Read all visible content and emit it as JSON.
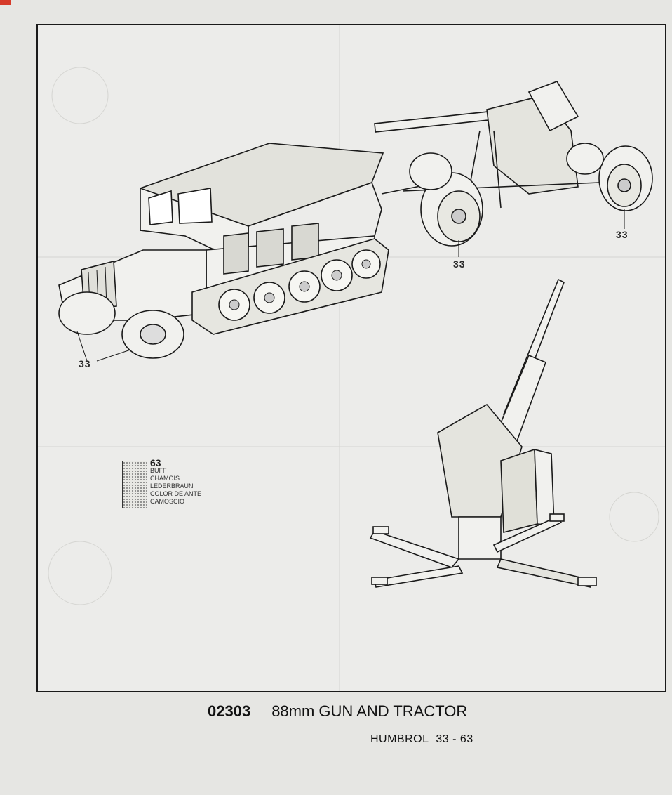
{
  "callouts": {
    "front_wheel": "33",
    "trailer_wheel": "33",
    "rear_trailer_wheel": "33"
  },
  "legend": {
    "code": "63",
    "names": [
      "BUFF",
      "CHAMOIS",
      "LEDERBRAUN",
      "COLOR DE ANTE",
      "CAMOSCIO"
    ]
  },
  "caption": {
    "catalog_number": "02303",
    "title": "88mm GUN AND TRACTOR"
  },
  "paints": {
    "brand": "HUMBROL",
    "codes": "33 - 63"
  },
  "colors": {
    "paper": "#e6e6e3",
    "ink": "#1a1a1a",
    "marker_red": "#d63a2a"
  }
}
